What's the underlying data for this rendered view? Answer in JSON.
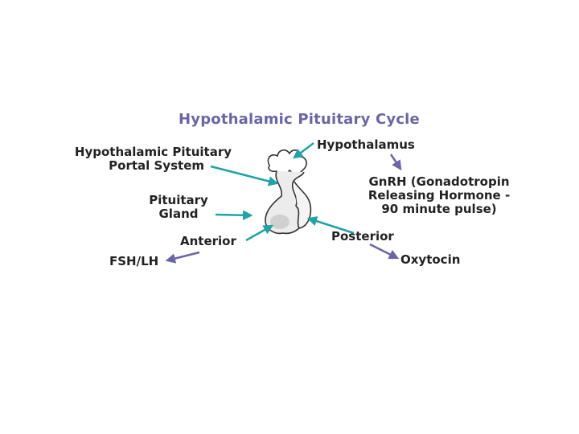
{
  "diagram": {
    "title": "Hypothalamic Pituitary Cycle",
    "labels": {
      "hp_portal_1": "Hypothalamic Pituitary",
      "hp_portal_2": "Portal System",
      "pituitary_1": "Pituitary",
      "pituitary_2": "Gland",
      "anterior": "Anterior",
      "fsh_lh": "FSH/LH",
      "hypothalamus": "Hypothalamus",
      "gnrh_1": "GnRH (Gonadotropin",
      "gnrh_2": "Releasing Hormone -",
      "gnrh_3": "90 minute pulse)",
      "posterior": "Posterior",
      "oxytocin": "Oxytocin"
    },
    "colors": {
      "title": "#6a64a8",
      "teal_arrow": "#1fa3a6",
      "purple_arrow": "#6a64a8",
      "gland_fill": "#e4e4e4",
      "gland_stroke": "#333333",
      "text": "#222222"
    },
    "icons": {
      "gland": "pituitary-gland-illustration"
    }
  }
}
